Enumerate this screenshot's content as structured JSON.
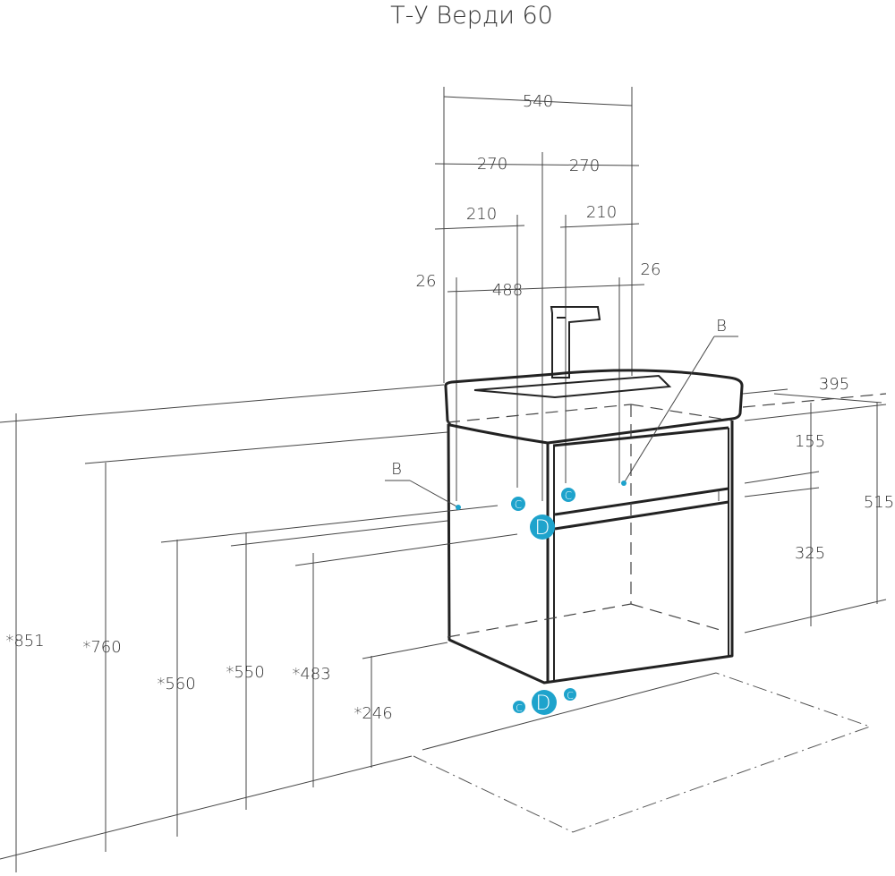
{
  "title": "Т-У Верди 60",
  "dimensions": {
    "width_total": "540",
    "half_left": "270",
    "half_right": "270",
    "offset_left": "210",
    "offset_right": "210",
    "margin_left": "26",
    "inner_width": "488",
    "margin_right": "26",
    "depth": "395",
    "drawer_top": "155",
    "cabinet_height": "515",
    "drawer_bottom": "325",
    "h851": "*851",
    "h760": "*760",
    "h560": "*560",
    "h550": "*550",
    "h483": "*483",
    "h246": "*246"
  },
  "markers": {
    "b_label": "B",
    "c_label": "C",
    "d_label": "D"
  },
  "colors": {
    "marker": "#1ea3cc",
    "line": "#222222"
  }
}
